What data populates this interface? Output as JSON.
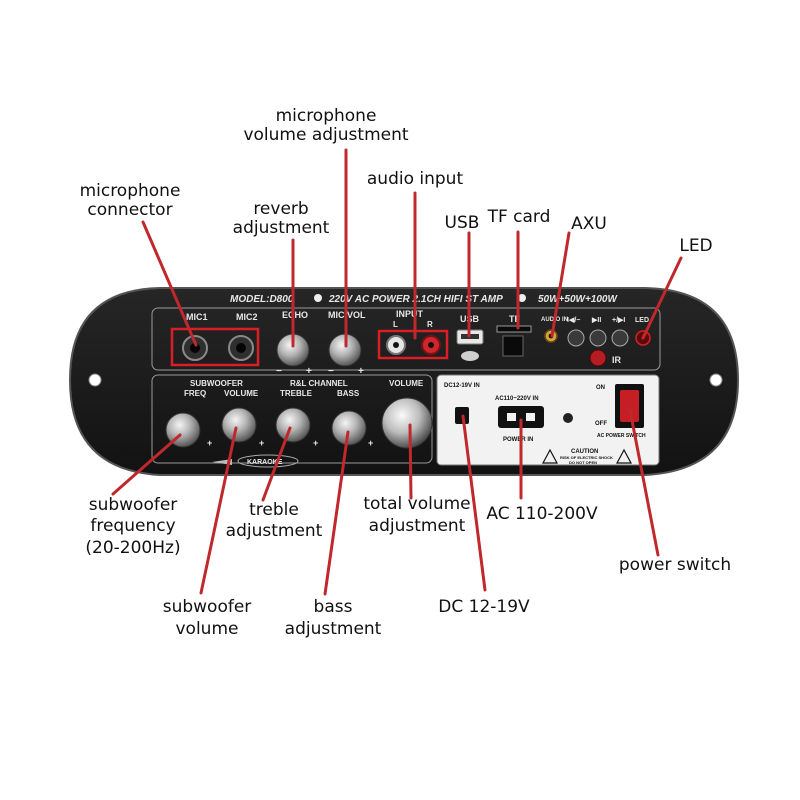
{
  "callouts": {
    "mic_vol_1": "microphone",
    "mic_vol_2": "volume adjustment",
    "audio_input": "audio input",
    "mic_conn_1": "microphone",
    "mic_conn_2": "connector",
    "reverb_1": "reverb",
    "reverb_2": "adjustment",
    "usb": "USB",
    "tf_card": "TF card",
    "axu": "AXU",
    "led": "LED",
    "sub_freq_1": "subwoofer",
    "sub_freq_2": "frequency",
    "sub_freq_3": "(20-200Hz)",
    "treble_1": "treble",
    "treble_2": "adjustment",
    "total_vol_1": "total volume",
    "total_vol_2": "adjustment",
    "ac": "AC 110-200V",
    "power_switch": "power switch",
    "sub_vol_1": "subwoofer",
    "sub_vol_2": "volume",
    "bass_1": "bass",
    "bass_2": "adjustment",
    "dc": "DC 12-19V"
  },
  "panel": {
    "header_model": "MODEL:D800",
    "header_power": "220V AC POWER 2.1CH HIFI ST AMP",
    "header_watts": "50W+50W+100W",
    "mic1": "MIC1",
    "mic2": "MIC2",
    "echo": "ECHO",
    "mic_vol": "MIC VOL",
    "input": "INPUT",
    "input_l": "L",
    "input_r": "R",
    "usb": "USB",
    "tf": "TF",
    "audio_in": "AUDIO IN",
    "prev": "I◀/−",
    "play": "▶II",
    "next": "+/▶I",
    "led": "LED",
    "ir": "IR",
    "subwoofer": "SUBWOOFER",
    "freq": "FREQ",
    "volume_sub": "VOLUME",
    "rl_channel": "R&L CHANNEL",
    "treble": "TREBLE",
    "bass": "BASS",
    "volume_main": "VOLUME",
    "karaoke": "KARAOKE",
    "dc_in": "DC12-19V IN",
    "ac_in": "AC110~220V IN",
    "power_in": "POWER IN",
    "on": "ON",
    "off": "OFF",
    "ac_switch": "AC POWER SWITCH",
    "caution": "CAUTION",
    "caution_2": "RISK OF ELECTRIC SHOCK",
    "caution_3": "DO NOT OPEN",
    "minus": "−",
    "plus": "+"
  },
  "colors": {
    "leader": "#c0282b",
    "highlight": "#d81f26",
    "plate": "#1b1b1b"
  }
}
